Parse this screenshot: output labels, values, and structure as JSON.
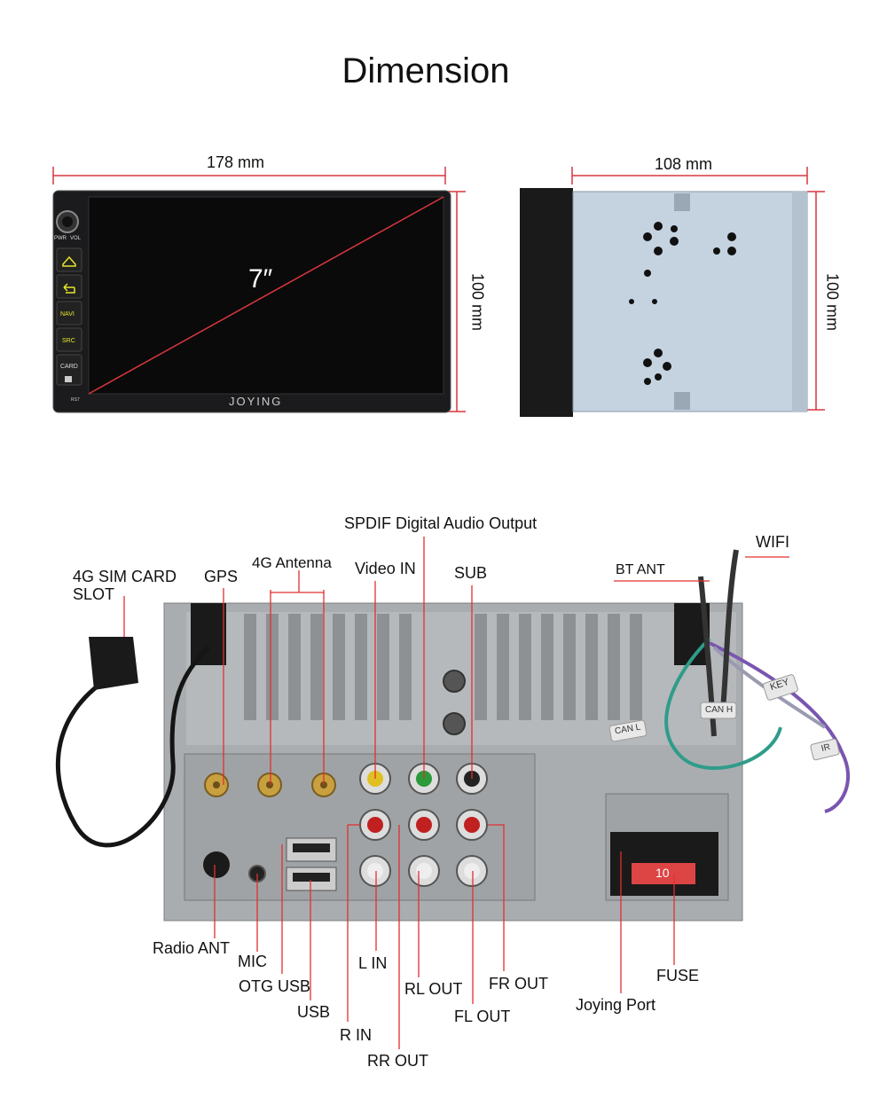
{
  "title": "Dimension",
  "front_view": {
    "width_label": "178 mm",
    "height_label": "100 mm",
    "screen_size": "7″",
    "brand": "JOYING",
    "side_buttons": {
      "pwr": "PWR",
      "vol": "VOL",
      "navi": "NAVI",
      "src": "SRC",
      "card": "CARD",
      "model": "RS7"
    }
  },
  "side_view": {
    "depth_label": "108 mm",
    "height_label": "100 mm"
  },
  "rear_view": {
    "top_labels": {
      "sim_card_line1": "4G SIM CARD",
      "sim_card_line2": "SLOT",
      "gps": "GPS",
      "antenna_4g": "4G Antenna",
      "video_in": "Video IN",
      "spdif": "SPDIF Digital Audio Output",
      "sub": "SUB",
      "bt_ant": "BT ANT",
      "wifi": "WIFI"
    },
    "bottom_labels": {
      "radio_ant": "Radio ANT",
      "mic": "MIC",
      "otg_usb": "OTG USB",
      "usb": "USB",
      "r_in": "R IN",
      "rr_out": "RR OUT",
      "l_in": "L IN",
      "rl_out": "RL OUT",
      "fl_out": "FL OUT",
      "fr_out": "FR OUT",
      "joying_port": "Joying Port",
      "fuse": "FUSE"
    },
    "fuse_value": "10",
    "cable_tags": {
      "key": "KEY",
      "can_h": "CAN H",
      "can_l": "CAN L",
      "ir": "IR"
    }
  },
  "colors": {
    "dimension_line": "#d9363e",
    "leader_line": "#e03030",
    "panel_metal": "#a9adaf",
    "side_metal": "#c5d3e0"
  }
}
